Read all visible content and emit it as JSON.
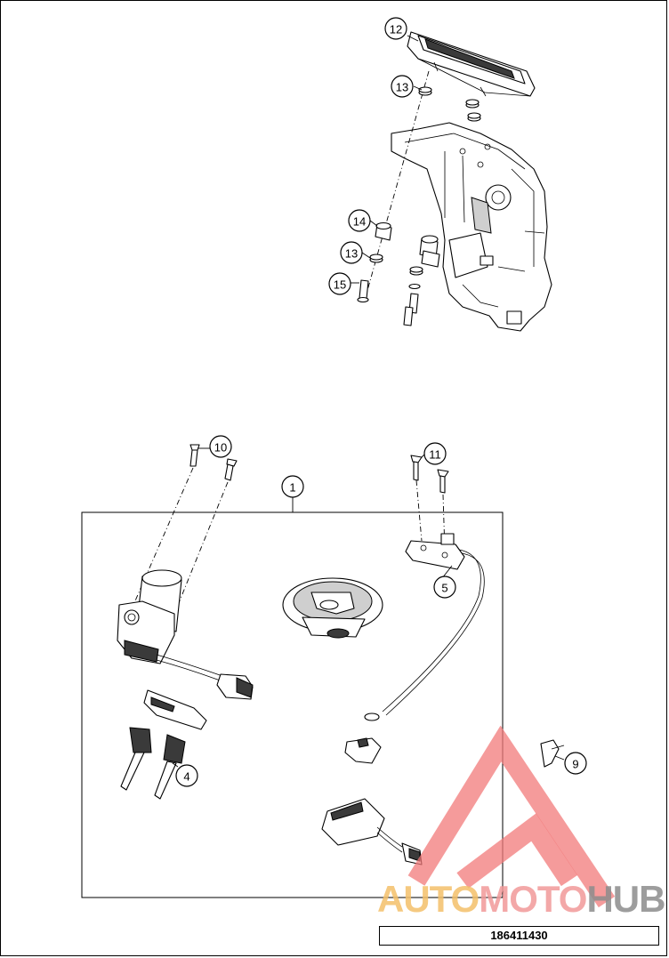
{
  "drawing": {
    "callouts": {
      "c1": "1",
      "c4": "4",
      "c5": "5",
      "c9": "9",
      "c10": "10",
      "c11": "11",
      "c12": "12",
      "c13a": "13",
      "c13b": "13",
      "c14": "14",
      "c15": "15"
    },
    "drawing_number": "186411430"
  },
  "watermark": {
    "part1": "AUTO",
    "part2": "MOTO",
    "part3": "HUB",
    "color_auto": "#f4c06a",
    "color_moto": "#f29a9a",
    "color_hub": "#8c8c8c",
    "mark_color": "#f27a7a"
  }
}
